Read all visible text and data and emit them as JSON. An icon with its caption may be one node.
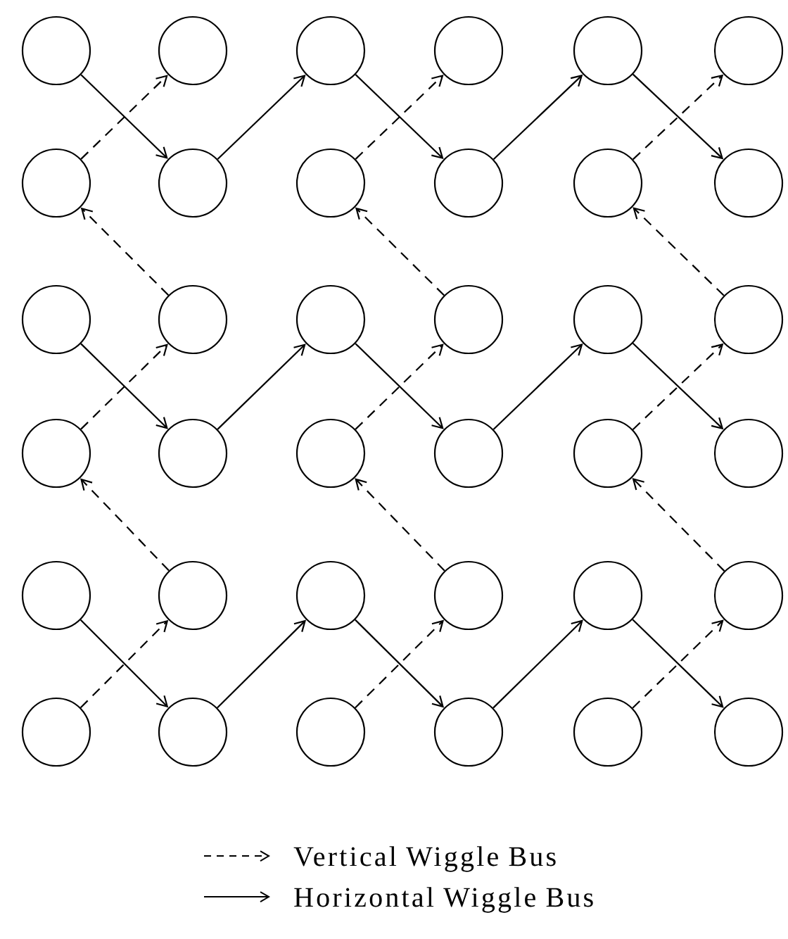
{
  "diagram": {
    "nodes": [
      {
        "text": [],
        "shape": "circle"
      },
      {
        "text": [],
        "shape": "circle"
      },
      {
        "text": [],
        "shape": "circle"
      },
      {
        "text": [],
        "shape": "circle"
      },
      {
        "text": [],
        "shape": "circle"
      },
      {
        "text": [],
        "shape": "circle"
      },
      {
        "text": [],
        "shape": "circle"
      },
      {
        "text": [],
        "shape": "circle"
      },
      {
        "text": [],
        "shape": "circle"
      },
      {
        "text": [],
        "shape": "circle"
      },
      {
        "text": [],
        "shape": "circle"
      },
      {
        "text": [],
        "shape": "circle"
      },
      {
        "text": [],
        "shape": "circle"
      },
      {
        "text": [],
        "shape": "circle"
      },
      {
        "text": [],
        "shape": "circle"
      },
      {
        "text": [],
        "shape": "circle"
      },
      {
        "text": [],
        "shape": "circle"
      },
      {
        "text": [],
        "shape": "circle"
      },
      {
        "text": [],
        "shape": "circle"
      },
      {
        "text": [],
        "shape": "circle"
      },
      {
        "text": [],
        "shape": "circle"
      },
      {
        "text": [],
        "shape": "circle"
      },
      {
        "text": [],
        "shape": "circle"
      },
      {
        "text": [],
        "shape": "circle"
      },
      {
        "text": [],
        "shape": "circle"
      },
      {
        "text": [],
        "shape": "circle"
      },
      {
        "text": [],
        "shape": "circle"
      },
      {
        "text": [],
        "shape": "circle"
      },
      {
        "text": [],
        "shape": "circle"
      },
      {
        "text": [],
        "shape": "circle"
      },
      {
        "text": [],
        "shape": "circle"
      },
      {
        "text": [],
        "shape": "circle"
      },
      {
        "text": [],
        "shape": "circle"
      },
      {
        "text": [],
        "shape": "circle"
      },
      {
        "text": [],
        "shape": "circle"
      },
      {
        "text": [],
        "shape": "circle"
      }
    ],
    "edges": [
      {
        "from": 0,
        "to": 7,
        "arrow": "to"
      },
      {
        "from": 7,
        "to": 2,
        "arrow": "to"
      },
      {
        "from": 2,
        "to": 9,
        "arrow": "to"
      },
      {
        "from": 9,
        "to": 4,
        "arrow": "to"
      },
      {
        "from": 4,
        "to": 11,
        "arrow": "to"
      },
      {
        "from": 12,
        "to": 19,
        "arrow": "to"
      },
      {
        "from": 19,
        "to": 14,
        "arrow": "to"
      },
      {
        "from": 14,
        "to": 21,
        "arrow": "to"
      },
      {
        "from": 21,
        "to": 16,
        "arrow": "to"
      },
      {
        "from": 16,
        "to": 23,
        "arrow": "to"
      },
      {
        "from": 24,
        "to": 31,
        "arrow": "to"
      },
      {
        "from": 31,
        "to": 26,
        "arrow": "to"
      },
      {
        "from": 26,
        "to": 33,
        "arrow": "to"
      },
      {
        "from": 33,
        "to": 28,
        "arrow": "to"
      },
      {
        "from": 28,
        "to": 35,
        "arrow": "to"
      },
      {
        "from": 6,
        "to": 1,
        "arrow": "to",
        "style": "dashed"
      },
      {
        "from": 13,
        "to": 6,
        "arrow": "to",
        "style": "dashed"
      },
      {
        "from": 18,
        "to": 13,
        "arrow": "to",
        "style": "dashed"
      },
      {
        "from": 25,
        "to": 18,
        "arrow": "to",
        "style": "dashed"
      },
      {
        "from": 30,
        "to": 25,
        "arrow": "to",
        "style": "dashed"
      },
      {
        "from": 8,
        "to": 3,
        "arrow": "to",
        "style": "dashed"
      },
      {
        "from": 15,
        "to": 8,
        "arrow": "to",
        "style": "dashed"
      },
      {
        "from": 20,
        "to": 15,
        "arrow": "to",
        "style": "dashed"
      },
      {
        "from": 27,
        "to": 20,
        "arrow": "to",
        "style": "dashed"
      },
      {
        "from": 32,
        "to": 27,
        "arrow": "to",
        "style": "dashed"
      },
      {
        "from": 10,
        "to": 5,
        "arrow": "to",
        "style": "dashed"
      },
      {
        "from": 17,
        "to": 10,
        "arrow": "to",
        "style": "dashed"
      },
      {
        "from": 22,
        "to": 17,
        "arrow": "to",
        "style": "dashed"
      },
      {
        "from": 29,
        "to": 22,
        "arrow": "to",
        "style": "dashed"
      },
      {
        "from": 34,
        "to": 29,
        "arrow": "to",
        "style": "dashed"
      }
    ],
    "legend": [
      {
        "text": "Vertical Wiggle Bus"
      },
      {
        "text": "Horizontal Wiggle Bus"
      }
    ]
  }
}
